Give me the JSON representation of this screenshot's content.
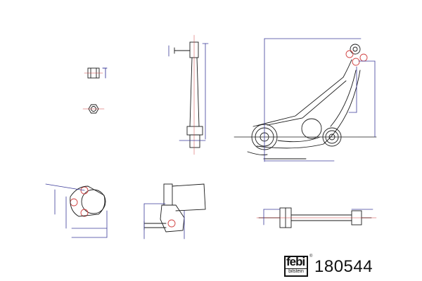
{
  "brand": {
    "logo_text": "febi",
    "logo_subtext": "bilstein",
    "registered_mark": "®"
  },
  "part_number": "180544",
  "colors": {
    "outline": "#1a1a1a",
    "dimension": "#3b3b9a",
    "centerline": "#d04040",
    "background": "#ffffff"
  }
}
